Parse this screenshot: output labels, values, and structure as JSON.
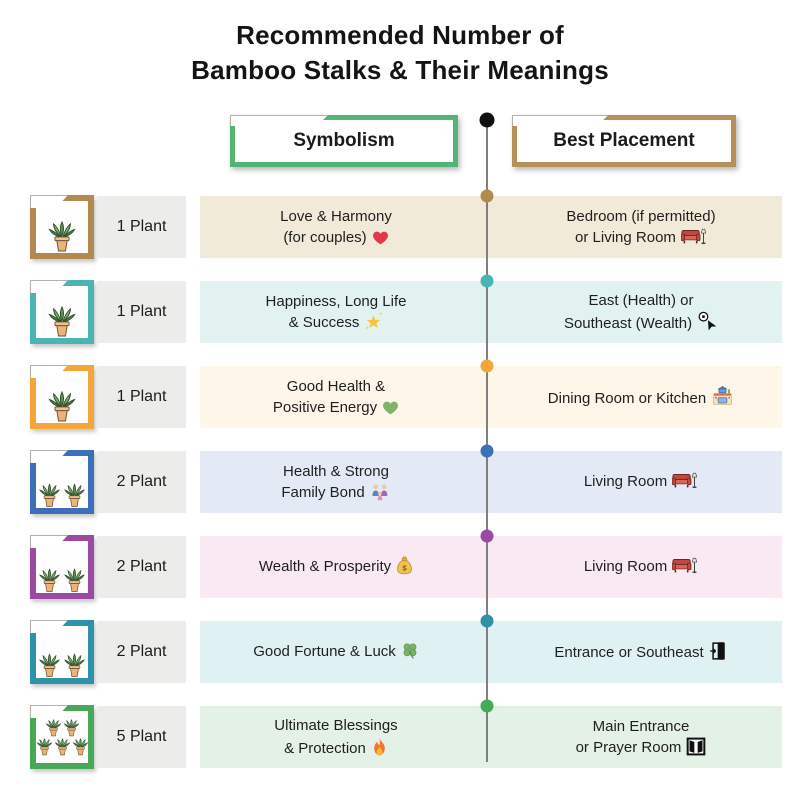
{
  "title": {
    "line1": "Recommended Number of",
    "line2": "Bamboo Stalks & Their Meanings"
  },
  "headers": {
    "symbolism": "Symbolism",
    "best_placement": "Best Placement"
  },
  "colors": {
    "symbolism_header_border": "#54b377",
    "placement_header_border": "#b5905a",
    "timeline_line": "#7f7f7f",
    "timeline_top_dot": "#101010",
    "row_label_bg": "#ececea"
  },
  "rows": [
    {
      "label": "1 Plant",
      "plant_count": 1,
      "accent_color": "#b08a50",
      "band_color": "#f2ead9",
      "symbolism": {
        "text": "Love & Harmony\n(for couples)",
        "icon": "red-heart-icon"
      },
      "placement": {
        "text": "Bedroom (if permitted)\nor Living Room",
        "icon": "couch-icon"
      }
    },
    {
      "label": "1 Plant",
      "plant_count": 1,
      "accent_color": "#4cb5b3",
      "band_color": "#e2f2f1",
      "symbolism": {
        "text": "Happiness, Long Life\n& Success",
        "icon": "glowing-star-icon"
      },
      "placement": {
        "text": "East (Health) or\nSoutheast (Wealth)",
        "icon": "compass-icon"
      }
    },
    {
      "label": "1 Plant",
      "plant_count": 1,
      "accent_color": "#f2a63c",
      "band_color": "#fdf6e9",
      "symbolism": {
        "text": "Good Health &\nPositive Energy",
        "icon": "green-heart-icon"
      },
      "placement": {
        "text": "Dining Room or Kitchen",
        "icon": "kitchen-stove-icon"
      }
    },
    {
      "label": "2 Plant",
      "plant_count": 2,
      "accent_color": "#3d6fb8",
      "band_color": "#e3eaf6",
      "symbolism": {
        "text": "Health & Strong\nFamily Bond",
        "icon": "family-icon"
      },
      "placement": {
        "text": "Living Room",
        "icon": "couch-icon"
      }
    },
    {
      "label": "2 Plant",
      "plant_count": 2,
      "accent_color": "#9a4aa0",
      "band_color": "#f8e9f2",
      "symbolism": {
        "text": "Wealth & Prosperity",
        "icon": "money-bag-icon"
      },
      "placement": {
        "text": "Living Room",
        "icon": "couch-icon"
      }
    },
    {
      "label": "2 Plant",
      "plant_count": 2,
      "accent_color": "#2e93a8",
      "band_color": "#e0f1f4",
      "symbolism": {
        "text": "Good Fortune & Luck",
        "icon": "clover-icon"
      },
      "placement": {
        "text": "Entrance or Southeast",
        "icon": "door-enter-icon"
      }
    },
    {
      "label": "5 Plant",
      "plant_count": 5,
      "accent_color": "#47a857",
      "band_color": "#e3f1e6",
      "symbolism": {
        "text": "Ultimate Blessings\n& Protection",
        "icon": "fire-icon"
      },
      "placement": {
        "text": "Main Entrance\nor Prayer Room",
        "icon": "open-door-icon"
      }
    }
  ]
}
